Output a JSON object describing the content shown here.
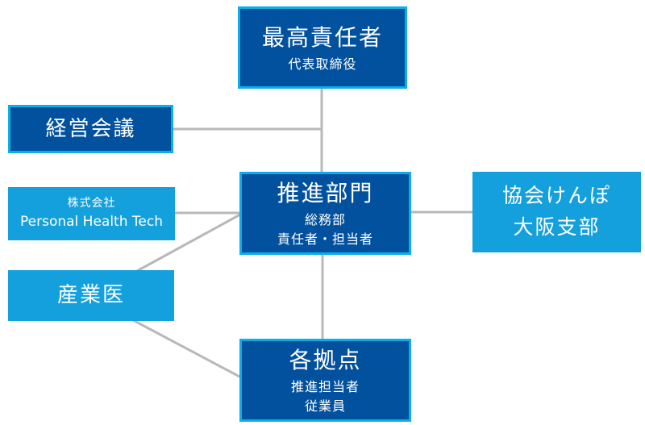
{
  "diagram": {
    "title": "health-management-org-chart",
    "nodes": {
      "top_manager": {
        "title": "最高責任者",
        "subtitle": "代表取締役"
      },
      "management_meeting": {
        "title": "経営会議"
      },
      "promotion_dept": {
        "title": "推進部門",
        "subtitle": "総務部",
        "subtitle2": "責任者・担当者"
      },
      "company": {
        "line1": "株式会社",
        "line2": "Personal Health Tech"
      },
      "occupational_physician": {
        "title": "産業医"
      },
      "kyokai_kenpo": {
        "line1": "協会けんぽ",
        "line2": "大阪支部"
      },
      "sites": {
        "title": "各拠点",
        "subtitle": "推進担当者",
        "subtitle2": "従業員"
      }
    },
    "colors": {
      "dark_fill": "#02519E",
      "dark_border": "#0CAEE9",
      "light_fill": "#14A0DC",
      "connector": "#B8B8B8",
      "text": "#FFFFFF"
    }
  }
}
